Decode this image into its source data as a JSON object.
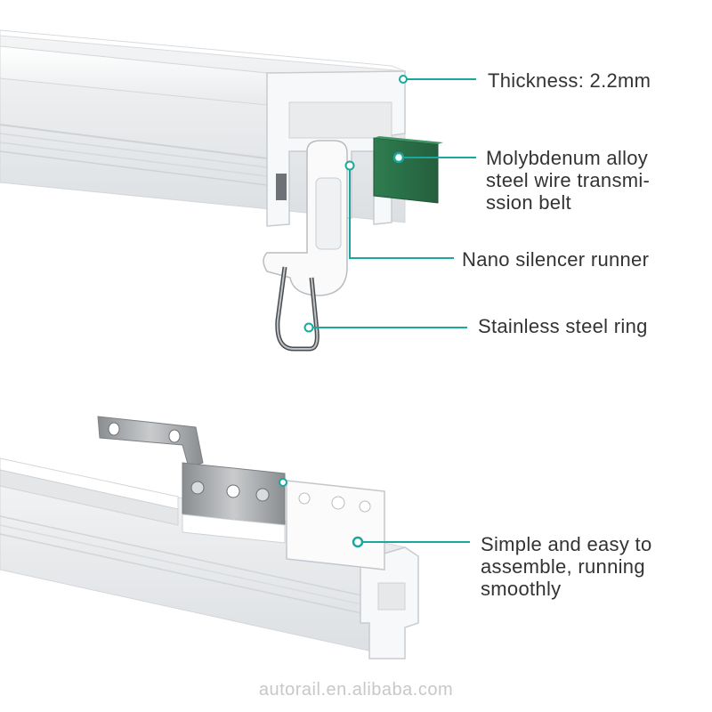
{
  "callouts": {
    "thickness": "Thickness: 2.2mm",
    "belt": [
      "Molybdenum alloy",
      "steel wire transmi-",
      "ssion belt"
    ],
    "runner": "Nano silencer runner",
    "ring": "Stainless steel ring",
    "assemble": [
      "Simple and easy to",
      "assemble,  running",
      "smoothly"
    ]
  },
  "watermark": "autorail.en.alibaba.com",
  "colors": {
    "leader": "#1aa89e",
    "text": "#333333",
    "belt": "#2e7a4d",
    "rail": "#f2f3f4"
  }
}
